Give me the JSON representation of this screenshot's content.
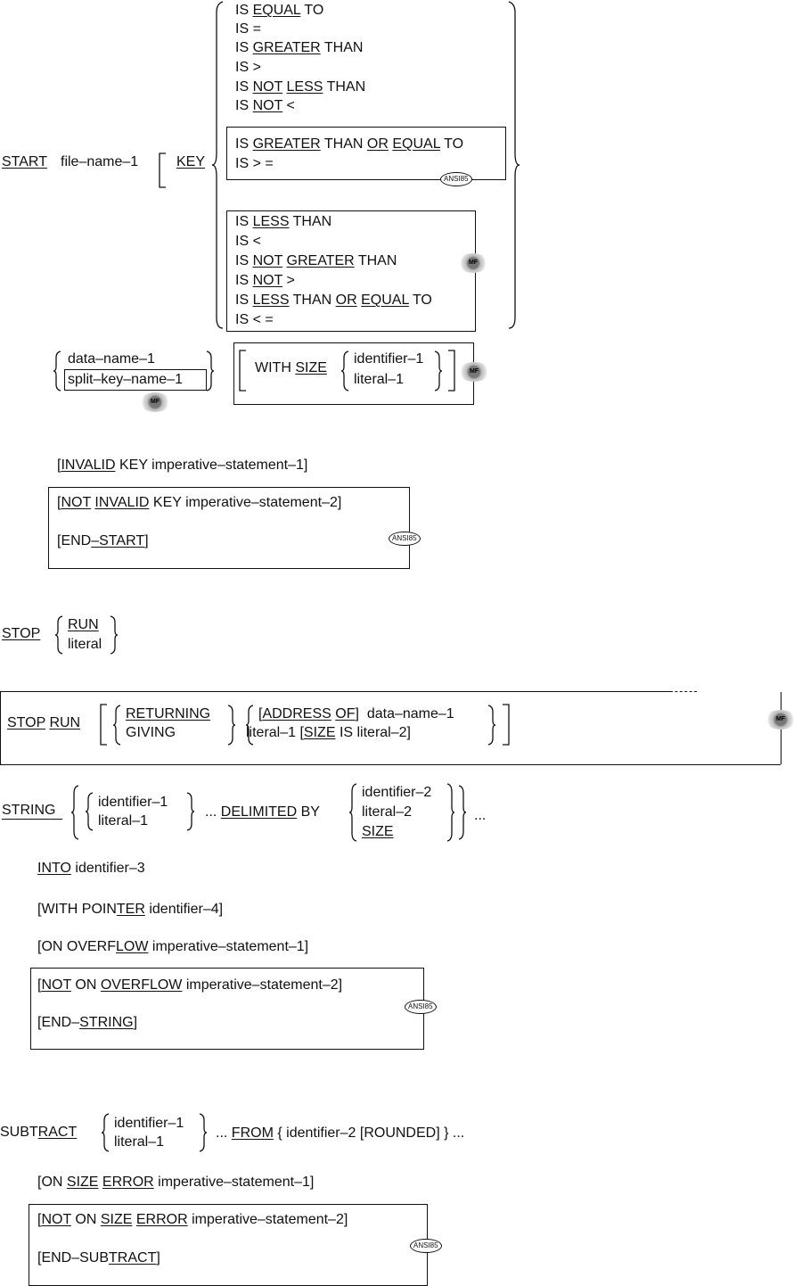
{
  "start": {
    "verb": "START",
    "file": "file–name–1",
    "key": "KEY",
    "eq": [
      "IS",
      "EQUAL",
      "TO"
    ],
    "eq_sym": "IS =",
    "gt": [
      "IS",
      "GREATER",
      "THAN"
    ],
    "gt_sym": "IS >",
    "not_less": [
      "IS",
      "NOT",
      "LESS",
      "THAN"
    ],
    "not_lt_sym": [
      "IS",
      "NOT",
      "<"
    ],
    "gte": [
      "IS",
      "GREATER",
      "THAN",
      "OR",
      "EQUAL",
      "TO"
    ],
    "gte_sym": "IS > =",
    "lt": [
      "IS",
      "LESS",
      "THAN"
    ],
    "lt_sym": "IS <",
    "not_gt": [
      "IS",
      "NOT",
      "GREATER",
      "THAN"
    ],
    "not_gt_sym": [
      "IS",
      "NOT",
      ">"
    ],
    "lte": [
      "IS",
      "LESS",
      "THAN",
      "OR",
      "EQUAL",
      "TO"
    ],
    "lte_sym": "IS < =",
    "data_name": "data–name–1",
    "split_key": "split–key–name–1",
    "with_size": [
      "WITH",
      "SIZE"
    ],
    "identifier": "identifier–1",
    "literal": "literal–1",
    "invalid_key": [
      "[",
      "INVALID",
      "KEY imperative–statement–1]"
    ],
    "not_invalid": [
      "[",
      "NOT",
      "INVALID",
      "KEY imperative–statement–2]"
    ],
    "end": [
      "[END",
      "–START",
      "]"
    ]
  },
  "stop": {
    "verb": "STOP",
    "run": "RUN",
    "literal": "literal"
  },
  "stop_run": {
    "stop": "STOP",
    "run": "RUN",
    "returning": "RETURNING",
    "giving": "GIVING",
    "address_of": [
      "[",
      "ADDRESS",
      "OF",
      "]",
      "data–name–1"
    ],
    "literal_size": [
      "literal–1 [",
      "SIZE",
      "IS literal–2]"
    ]
  },
  "string": {
    "verb": "STRING",
    "identifier1": "identifier–1",
    "literal1": "literal–1",
    "delimited": [
      "...",
      "DELIMITED",
      "BY"
    ],
    "identifier2": "identifier–2",
    "literal2": "literal–2",
    "size": "SIZE",
    "ellipsis": "...",
    "into": [
      "INTO",
      "identifier–3"
    ],
    "pointer": [
      "[WITH POIN",
      "TER",
      "identifier–4]"
    ],
    "overflow": [
      "[ON OVERF",
      "LOW",
      "imperative–statement–1]"
    ],
    "not_overflow": [
      "[",
      "NOT",
      "ON",
      "OVERFLOW",
      "imperative–statement–2]"
    ],
    "end": [
      "[END–",
      "STRING",
      "]"
    ]
  },
  "subtract": {
    "verb": [
      "SUBT",
      "RACT"
    ],
    "identifier1": "identifier–1",
    "literal1": "literal–1",
    "from": [
      "...",
      "FROM",
      "{ identifier–2 [ROUNDED] } ..."
    ],
    "size_error": [
      "[ON",
      "SIZE",
      "ERROR",
      "imperative–statement–1]"
    ],
    "not_size_error": [
      "[",
      "NOT",
      "ON",
      "SIZE",
      "ERROR",
      "imperative–statement–2]"
    ],
    "end": [
      "[END–SUB",
      "TRACT",
      "]"
    ]
  },
  "badges": {
    "ansi": "ANSI85",
    "mf": "MF"
  }
}
